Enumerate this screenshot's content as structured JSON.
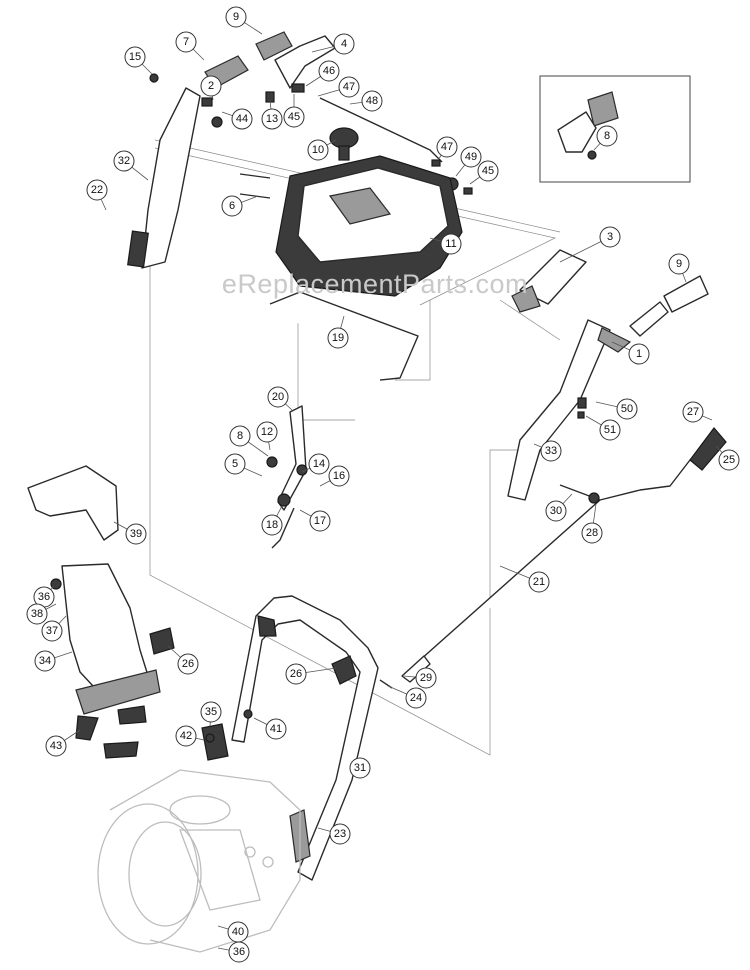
{
  "watermark": "eReplacementParts.com",
  "callouts": [
    {
      "n": "1",
      "name": "callout-1"
    },
    {
      "n": "2",
      "name": "callout-2"
    },
    {
      "n": "3",
      "name": "callout-3"
    },
    {
      "n": "4",
      "name": "callout-4"
    },
    {
      "n": "5",
      "name": "callout-5"
    },
    {
      "n": "6",
      "name": "callout-6"
    },
    {
      "n": "7",
      "name": "callout-7"
    },
    {
      "n": "8",
      "name": "callout-8"
    },
    {
      "n": "8",
      "name": "callout-8-inset"
    },
    {
      "n": "9",
      "name": "callout-9-left"
    },
    {
      "n": "9",
      "name": "callout-9-right"
    },
    {
      "n": "10",
      "name": "callout-10"
    },
    {
      "n": "11",
      "name": "callout-11"
    },
    {
      "n": "12",
      "name": "callout-12"
    },
    {
      "n": "13",
      "name": "callout-13"
    },
    {
      "n": "14",
      "name": "callout-14"
    },
    {
      "n": "15",
      "name": "callout-15"
    },
    {
      "n": "16",
      "name": "callout-16"
    },
    {
      "n": "17",
      "name": "callout-17"
    },
    {
      "n": "18",
      "name": "callout-18"
    },
    {
      "n": "19",
      "name": "callout-19"
    },
    {
      "n": "20",
      "name": "callout-20"
    },
    {
      "n": "21",
      "name": "callout-21"
    },
    {
      "n": "22",
      "name": "callout-22"
    },
    {
      "n": "23",
      "name": "callout-23"
    },
    {
      "n": "24",
      "name": "callout-24"
    },
    {
      "n": "25",
      "name": "callout-25"
    },
    {
      "n": "26",
      "name": "callout-26-left"
    },
    {
      "n": "26",
      "name": "callout-26-right"
    },
    {
      "n": "27",
      "name": "callout-27"
    },
    {
      "n": "28",
      "name": "callout-28"
    },
    {
      "n": "29",
      "name": "callout-29"
    },
    {
      "n": "30",
      "name": "callout-30"
    },
    {
      "n": "31",
      "name": "callout-31"
    },
    {
      "n": "32",
      "name": "callout-32"
    },
    {
      "n": "33",
      "name": "callout-33"
    },
    {
      "n": "34",
      "name": "callout-34"
    },
    {
      "n": "35",
      "name": "callout-35"
    },
    {
      "n": "36",
      "name": "callout-36-upper"
    },
    {
      "n": "36",
      "name": "callout-36-lower"
    },
    {
      "n": "37",
      "name": "callout-37"
    },
    {
      "n": "38",
      "name": "callout-38"
    },
    {
      "n": "39",
      "name": "callout-39"
    },
    {
      "n": "40",
      "name": "callout-40"
    },
    {
      "n": "41",
      "name": "callout-41"
    },
    {
      "n": "42",
      "name": "callout-42"
    },
    {
      "n": "43",
      "name": "callout-43"
    },
    {
      "n": "44",
      "name": "callout-44"
    },
    {
      "n": "45",
      "name": "callout-45-upper"
    },
    {
      "n": "45",
      "name": "callout-45-lower"
    },
    {
      "n": "46",
      "name": "callout-46"
    },
    {
      "n": "47",
      "name": "callout-47-upper"
    },
    {
      "n": "47",
      "name": "callout-47-lower"
    },
    {
      "n": "48",
      "name": "callout-48"
    },
    {
      "n": "49",
      "name": "callout-49"
    },
    {
      "n": "50",
      "name": "callout-50"
    },
    {
      "n": "51",
      "name": "callout-51"
    }
  ]
}
